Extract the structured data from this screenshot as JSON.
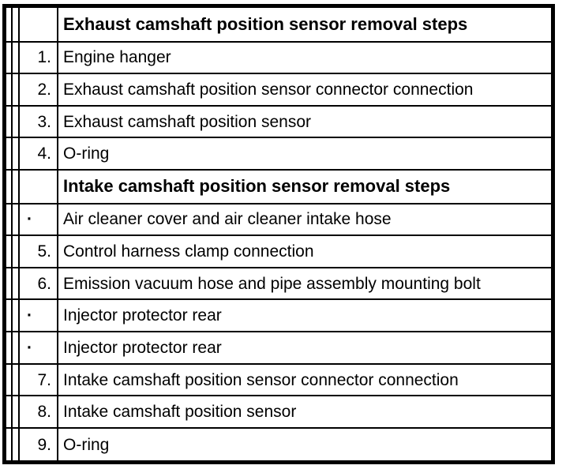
{
  "document": {
    "background": "#ffffff",
    "border_color": "#000000",
    "text_color": "#000000"
  },
  "table": {
    "rows": [
      {
        "marker": "",
        "text": "Exhaust camshaft position sensor removal steps",
        "style": "header"
      },
      {
        "marker": "1.",
        "text": "Engine hanger",
        "style": "numbered"
      },
      {
        "marker": "2.",
        "text": "Exhaust camshaft position sensor connector connection",
        "style": "numbered"
      },
      {
        "marker": "3.",
        "text": "Exhaust camshaft position sensor",
        "style": "numbered"
      },
      {
        "marker": "4.",
        "text": "O-ring",
        "style": "numbered"
      },
      {
        "marker": "",
        "text": "Intake camshaft position sensor removal steps",
        "style": "header"
      },
      {
        "marker": "·",
        "text": "Air cleaner cover and air cleaner intake hose",
        "style": "bullet"
      },
      {
        "marker": "5.",
        "text": "Control harness clamp connection",
        "style": "numbered"
      },
      {
        "marker": "6.",
        "text": "Emission vacuum hose and pipe assembly mounting bolt",
        "style": "numbered"
      },
      {
        "marker": "·",
        "text": "Injector protector rear",
        "style": "bullet"
      },
      {
        "marker": "·",
        "text": "Injector protector rear",
        "style": "bullet"
      },
      {
        "marker": "7.",
        "text": "Intake camshaft position sensor connector connection",
        "style": "numbered"
      },
      {
        "marker": "8.",
        "text": "Intake camshaft position sensor",
        "style": "numbered"
      },
      {
        "marker": "9.",
        "text": "O-ring",
        "style": "numbered"
      }
    ]
  }
}
